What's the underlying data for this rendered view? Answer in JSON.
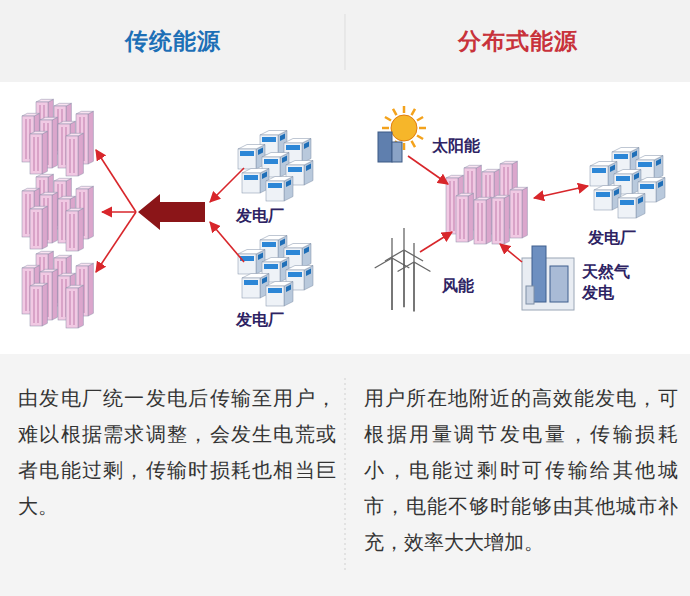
{
  "diagram": {
    "nodes": [
      {
        "text": [
          "传统能源"
        ]
      },
      {
        "text": [
          "分布式能源"
        ]
      },
      {
        "text": [
          "发电厂"
        ]
      },
      {
        "text": [
          "发电厂"
        ]
      },
      {
        "text": [
          "太阳能"
        ]
      },
      {
        "text": [
          "发电厂"
        ]
      },
      {
        "text": [
          "风能"
        ]
      },
      {
        "text": [
          "天然气 发电"
        ]
      },
      {
        "text": [
          "由发电厂统一发电后传输至用户，难以根据需求调整，会发生电荒或者电能过剩，传输时损耗也相当巨大。"
        ]
      },
      {
        "text": [
          "用户所在地附近的高效能发电，可根据用量调节发电量，传输损耗小，电能过剩时可传输给其他城市，电能不够时能够由其他城市补充，效率大大增加。"
        ]
      }
    ]
  }
}
